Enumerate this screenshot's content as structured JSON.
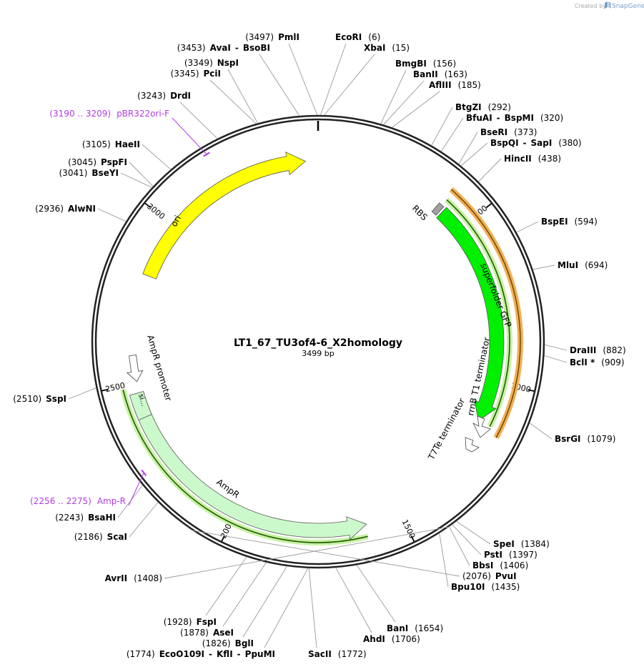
{
  "credit": {
    "prefix": "Created by",
    "brand": "SnapGene"
  },
  "plasmid": {
    "name": "LT1_67_TU3of4-6_X2homology",
    "size_text": "3499 bp",
    "length": 3499
  },
  "ticks": [
    "500",
    "1000",
    "1500",
    "2000",
    "2500",
    "3000"
  ],
  "enzymes": [
    {
      "pos": 3497,
      "parts": [
        [
          "(3497)",
          "p"
        ],
        [
          "PmlI",
          "n"
        ]
      ]
    },
    {
      "pos": 6,
      "parts": [
        [
          "EcoRI",
          "n"
        ],
        [
          "(6)",
          "p"
        ]
      ]
    },
    {
      "pos": 3453,
      "parts": [
        [
          "(3453)",
          "p"
        ],
        [
          "AvaI",
          "n"
        ],
        [
          "-",
          "s"
        ],
        [
          "BsoBI",
          "n"
        ]
      ]
    },
    {
      "pos": 15,
      "parts": [
        [
          "XbaI",
          "n"
        ],
        [
          "(15)",
          "p"
        ]
      ]
    },
    {
      "pos": 3349,
      "parts": [
        [
          "(3349)",
          "p"
        ],
        [
          "NspI",
          "n"
        ]
      ]
    },
    {
      "pos": 156,
      "parts": [
        [
          "BmgBI",
          "n"
        ],
        [
          "(156)",
          "p"
        ]
      ]
    },
    {
      "pos": 3345,
      "parts": [
        [
          "(3345)",
          "p"
        ],
        [
          "PciI",
          "n"
        ]
      ]
    },
    {
      "pos": 163,
      "parts": [
        [
          "BanII",
          "n"
        ],
        [
          "(163)",
          "p"
        ]
      ]
    },
    {
      "pos": 185,
      "parts": [
        [
          "AflIII",
          "n"
        ],
        [
          "(185)",
          "p"
        ]
      ]
    },
    {
      "pos": 3243,
      "parts": [
        [
          "(3243)",
          "p"
        ],
        [
          "DrdI",
          "n"
        ]
      ]
    },
    {
      "pos": 292,
      "parts": [
        [
          "BtgZI",
          "n"
        ],
        [
          "(292)",
          "p"
        ]
      ]
    },
    {
      "pos": 320,
      "parts": [
        [
          "BfuAI",
          "n"
        ],
        [
          "-",
          "s"
        ],
        [
          "BspMI",
          "n"
        ],
        [
          "(320)",
          "p"
        ]
      ]
    },
    {
      "pos": 373,
      "parts": [
        [
          "BseRI",
          "n"
        ],
        [
          "(373)",
          "p"
        ]
      ]
    },
    {
      "pos": 3105,
      "parts": [
        [
          "(3105)",
          "p"
        ],
        [
          "HaeII",
          "n"
        ]
      ]
    },
    {
      "pos": 380,
      "parts": [
        [
          "BspQI",
          "n"
        ],
        [
          "-",
          "s"
        ],
        [
          "SapI",
          "n"
        ],
        [
          "(380)",
          "p"
        ]
      ]
    },
    {
      "pos": 438,
      "parts": [
        [
          "HincII",
          "n"
        ],
        [
          "(438)",
          "p"
        ]
      ]
    },
    {
      "pos": 3045,
      "parts": [
        [
          "(3045)",
          "p"
        ],
        [
          "PspFI",
          "n"
        ]
      ]
    },
    {
      "pos": 3041,
      "parts": [
        [
          "(3041)",
          "p"
        ],
        [
          "BseYI",
          "n"
        ]
      ]
    },
    {
      "pos": 2936,
      "parts": [
        [
          "(2936)",
          "p"
        ],
        [
          "AlwNI",
          "n"
        ]
      ]
    },
    {
      "pos": 594,
      "parts": [
        [
          "BspEI",
          "n"
        ],
        [
          "(594)",
          "p"
        ]
      ]
    },
    {
      "pos": 694,
      "parts": [
        [
          "MluI",
          "n"
        ],
        [
          "(694)",
          "p"
        ]
      ]
    },
    {
      "pos": 882,
      "parts": [
        [
          "DraIII",
          "n"
        ],
        [
          "(882)",
          "p"
        ]
      ]
    },
    {
      "pos": 909,
      "parts": [
        [
          "BclI *",
          "n"
        ],
        [
          "(909)",
          "p"
        ]
      ]
    },
    {
      "pos": 2510,
      "parts": [
        [
          "(2510)",
          "p"
        ],
        [
          "SspI",
          "n"
        ]
      ]
    },
    {
      "pos": 1079,
      "parts": [
        [
          "BsrGI",
          "n"
        ],
        [
          "(1079)",
          "p"
        ]
      ]
    },
    {
      "pos": 2243,
      "parts": [
        [
          "(2243)",
          "p"
        ],
        [
          "BsaHI",
          "n"
        ]
      ]
    },
    {
      "pos": 2186,
      "parts": [
        [
          "(2186)",
          "p"
        ],
        [
          "ScaI",
          "n"
        ]
      ]
    },
    {
      "pos": 1384,
      "parts": [
        [
          "SpeI",
          "n"
        ],
        [
          "(1384)",
          "p"
        ]
      ]
    },
    {
      "pos": 1397,
      "parts": [
        [
          "PstI",
          "n"
        ],
        [
          "(1397)",
          "p"
        ]
      ]
    },
    {
      "pos": 1406,
      "parts": [
        [
          "BbsI",
          "n"
        ],
        [
          "(1406)",
          "p"
        ]
      ]
    },
    {
      "pos": 1408,
      "parts": [
        [
          "AvrII",
          "n"
        ],
        [
          "(1408)",
          "p"
        ]
      ]
    },
    {
      "pos": 2076,
      "parts": [
        [
          "(2076)",
          "p"
        ],
        [
          "PvuI",
          "n"
        ]
      ]
    },
    {
      "pos": 1435,
      "parts": [
        [
          "Bpu10I",
          "n"
        ],
        [
          "(1435)",
          "p"
        ]
      ]
    },
    {
      "pos": 1928,
      "parts": [
        [
          "(1928)",
          "p"
        ],
        [
          "FspI",
          "n"
        ]
      ]
    },
    {
      "pos": 1654,
      "parts": [
        [
          "BanI",
          "n"
        ],
        [
          "(1654)",
          "p"
        ]
      ]
    },
    {
      "pos": 1878,
      "parts": [
        [
          "(1878)",
          "p"
        ],
        [
          "AseI",
          "n"
        ]
      ]
    },
    {
      "pos": 1706,
      "parts": [
        [
          "AhdI",
          "n"
        ],
        [
          "(1706)",
          "p"
        ]
      ]
    },
    {
      "pos": 1826,
      "parts": [
        [
          "(1826)",
          "p"
        ],
        [
          "BglI",
          "n"
        ]
      ]
    },
    {
      "pos": 1774,
      "parts": [
        [
          "(1774)",
          "p"
        ],
        [
          "EcoO109I",
          "n"
        ],
        [
          "-",
          "s"
        ],
        [
          "KflI",
          "n"
        ],
        [
          "-",
          "s"
        ],
        [
          "PpuMI",
          "n"
        ]
      ]
    },
    {
      "pos": 1772,
      "parts": [
        [
          "SacII",
          "n"
        ],
        [
          "(1772)",
          "p"
        ]
      ]
    }
  ],
  "primers": [
    {
      "range_text": "(3190 .. 3209)",
      "name": "pBR322ori-F",
      "pos": 3200,
      "color": "#b23be0"
    },
    {
      "range_text": "(2256 .. 2275)",
      "name": "Amp-R",
      "pos": 2265,
      "color": "#b23be0"
    }
  ],
  "features": [
    {
      "name": "ori",
      "color": "#ffff00"
    },
    {
      "name": "AmpR",
      "color": "#ccf9cc"
    },
    {
      "name": "AmpR promoter",
      "color": "#ffffff"
    },
    {
      "name": "si...",
      "color": "#ccf9cc"
    },
    {
      "name": "superfolder GFP",
      "color": "#00f000"
    },
    {
      "name": "RBS",
      "color": "#a0a0a0"
    },
    {
      "name": "rrnB T1 terminator",
      "color": "#ffffff"
    },
    {
      "name": "T7Te terminator",
      "color": "#ffffff"
    }
  ]
}
